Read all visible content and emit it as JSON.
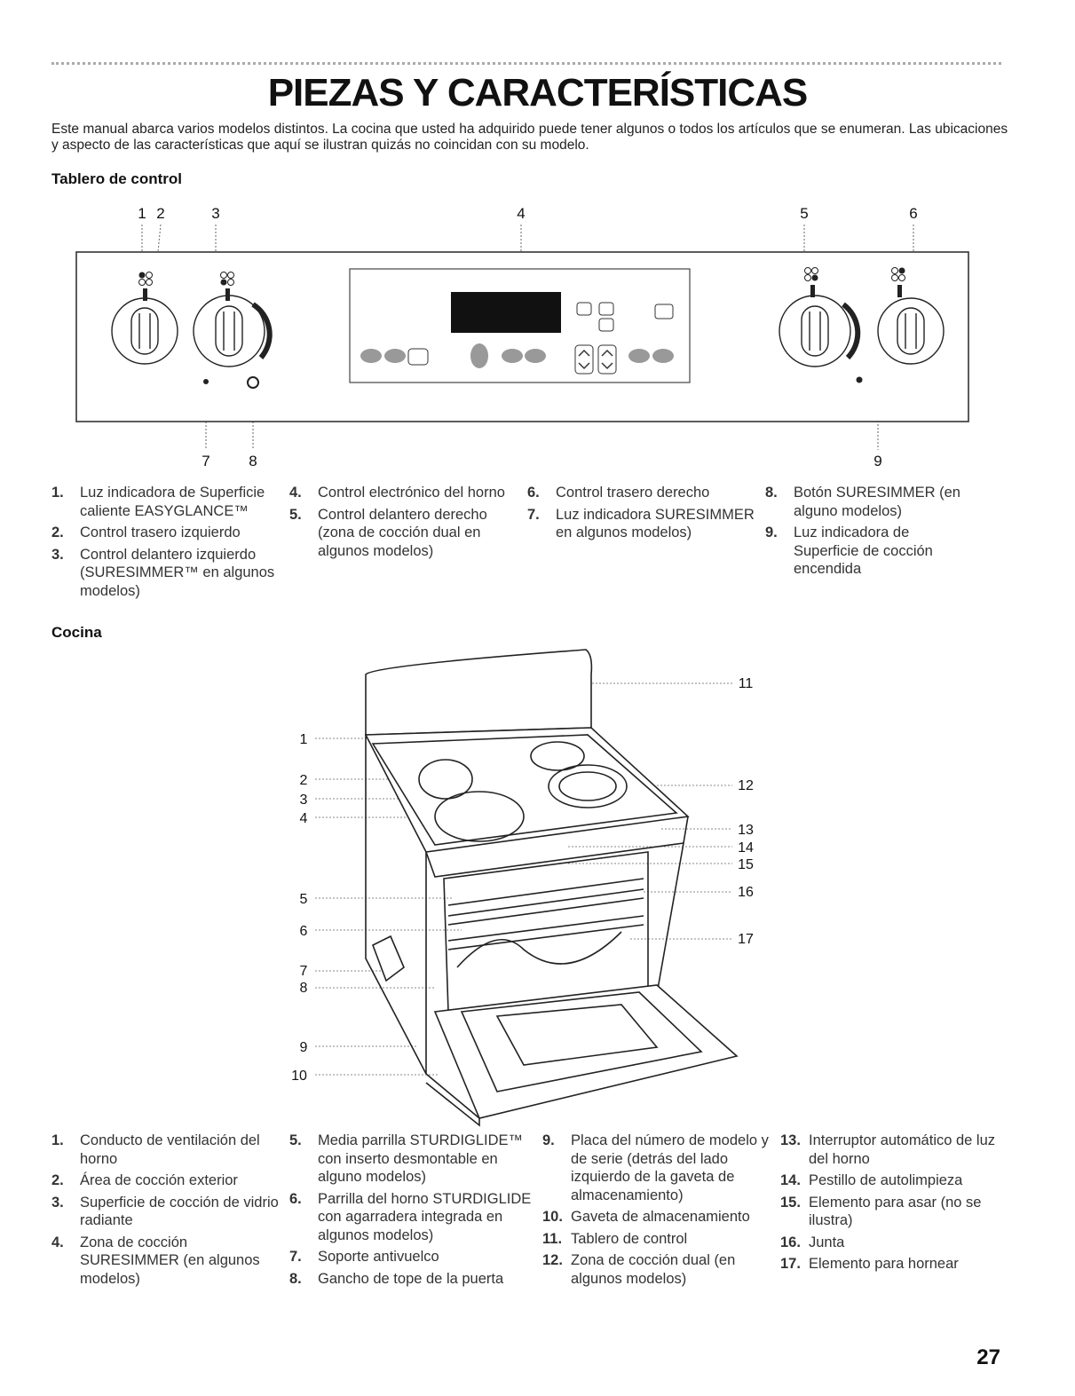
{
  "title": "PIEZAS Y CARACTERÍSTICAS",
  "intro": "Este manual abarca varios modelos distintos. La cocina que usted ha adquirido puede tener algunos o todos los artículos que se enumeran. Las ubicaciones y aspecto de las características que aquí se ilustran quizás no coincidan con su modelo.",
  "control_panel": {
    "heading": "Tablero de control",
    "callouts_top": [
      "1",
      "2",
      "3",
      "4",
      "5",
      "6"
    ],
    "callouts_bottom": [
      "7",
      "8",
      "9"
    ],
    "items": [
      {
        "n": "1.",
        "t": "Luz indicadora de Superficie caliente EASYGLANCE™"
      },
      {
        "n": "2.",
        "t": "Control trasero izquierdo"
      },
      {
        "n": "3.",
        "t": "Control delantero izquierdo (SURESIMMER™ en algunos modelos)"
      },
      {
        "n": "4.",
        "t": "Control electrónico del horno"
      },
      {
        "n": "5.",
        "t": "Control delantero derecho (zona de cocción dual en algunos modelos)"
      },
      {
        "n": "6.",
        "t": "Control trasero derecho"
      },
      {
        "n": "7.",
        "t": "Luz indicadora SURESIMMER en algunos modelos)"
      },
      {
        "n": "8.",
        "t": "Botón SURESIMMER (en alguno modelos)"
      },
      {
        "n": "9.",
        "t": "Luz indicadora de Superficie de cocción encendida"
      }
    ]
  },
  "range": {
    "heading": "Cocina",
    "callouts_left": [
      "1",
      "2",
      "3",
      "4",
      "5",
      "6",
      "7",
      "8",
      "9",
      "10"
    ],
    "callouts_right": [
      "11",
      "12",
      "13",
      "14",
      "15",
      "16",
      "17"
    ],
    "items": [
      {
        "n": "1.",
        "t": "Conducto de ventilación del horno"
      },
      {
        "n": "2.",
        "t": "Área de cocción exterior"
      },
      {
        "n": "3.",
        "t": "Superficie de cocción de vidrio radiante"
      },
      {
        "n": "4.",
        "t": "Zona de cocción SURESIMMER (en algunos modelos)"
      },
      {
        "n": "5.",
        "t": "Media parrilla STURDIGLIDE™ con inserto desmontable en alguno modelos)"
      },
      {
        "n": "6.",
        "t": "Parrilla del horno STURDIGLIDE con agarradera integrada en algunos modelos)"
      },
      {
        "n": "7.",
        "t": "Soporte antivuelco"
      },
      {
        "n": "8.",
        "t": "Gancho de tope de la puerta"
      },
      {
        "n": "9.",
        "t": "Placa del número de modelo y de serie (detrás del lado izquierdo de la gaveta de almacenamiento)"
      },
      {
        "n": "10.",
        "t": "Gaveta de almacenamiento"
      },
      {
        "n": "11.",
        "t": "Tablero de control"
      },
      {
        "n": "12.",
        "t": "Zona de cocción dual (en algunos modelos)"
      },
      {
        "n": "13.",
        "t": "Interruptor automático de luz del horno"
      },
      {
        "n": "14.",
        "t": "Pestillo de autolimpieza"
      },
      {
        "n": "15.",
        "t": "Elemento para asar (no se ilustra)"
      },
      {
        "n": "16.",
        "t": "Junta"
      },
      {
        "n": "17.",
        "t": "Elemento para hornear"
      }
    ]
  },
  "page_number": "27"
}
